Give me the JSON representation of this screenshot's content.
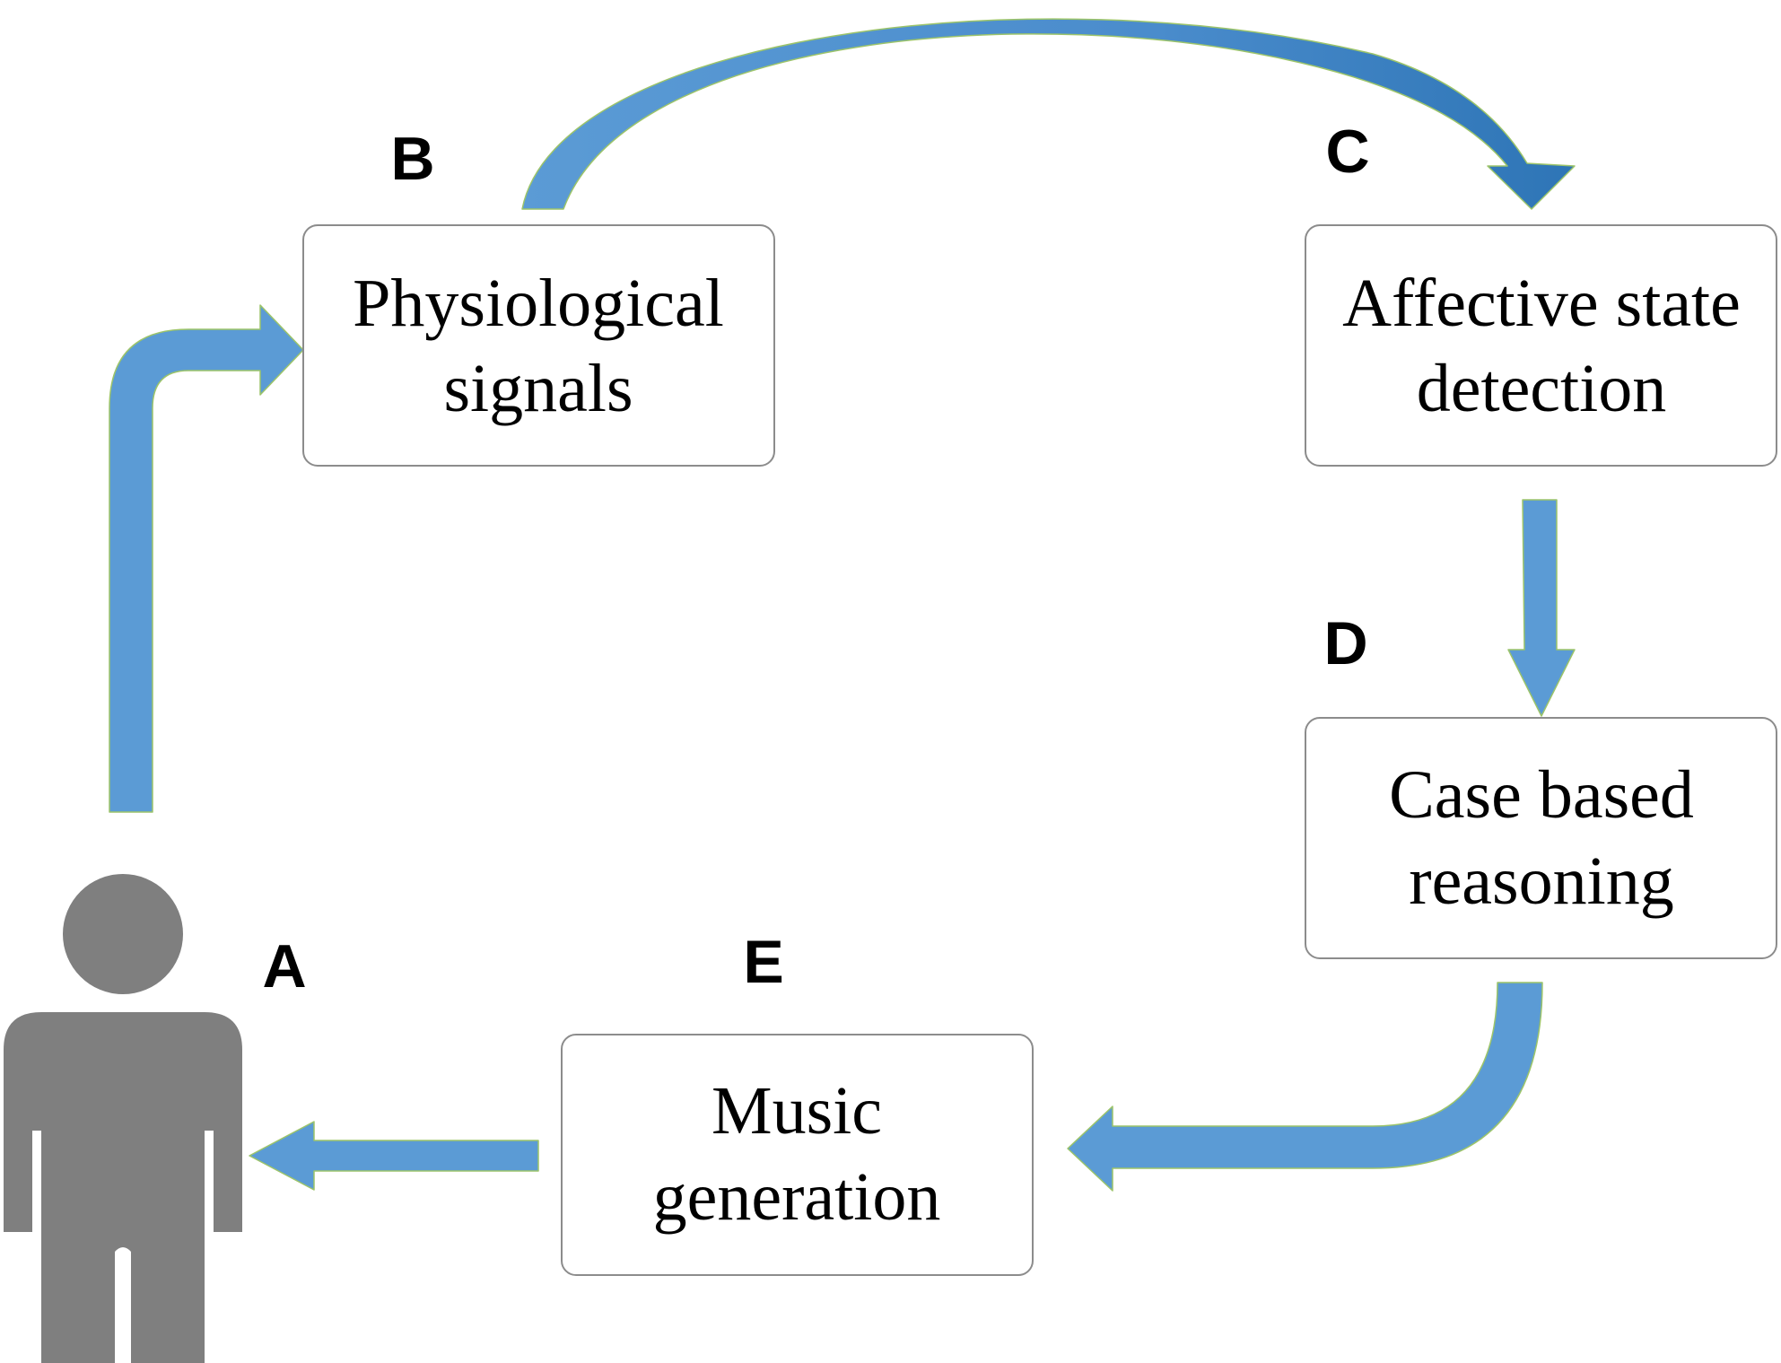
{
  "colors": {
    "arrow_fill": "#5b9bd5",
    "arrow_dark": "#2e75b6",
    "arrow_outline": "#9cc46a",
    "person": "#7f7f7f",
    "box_border": "#8c8c8c"
  },
  "person": {
    "icon": "person-icon",
    "letter": "A"
  },
  "nodes": {
    "physiological": {
      "letter": "B",
      "line1": "Physiological",
      "line2": "signals"
    },
    "affective": {
      "letter": "C",
      "line1": "Affective state",
      "line2": "detection"
    },
    "case_based": {
      "letter": "D",
      "line1": "Case based",
      "line2": "reasoning"
    },
    "music": {
      "letter": "E",
      "line1": "Music",
      "line2": "generation"
    }
  }
}
